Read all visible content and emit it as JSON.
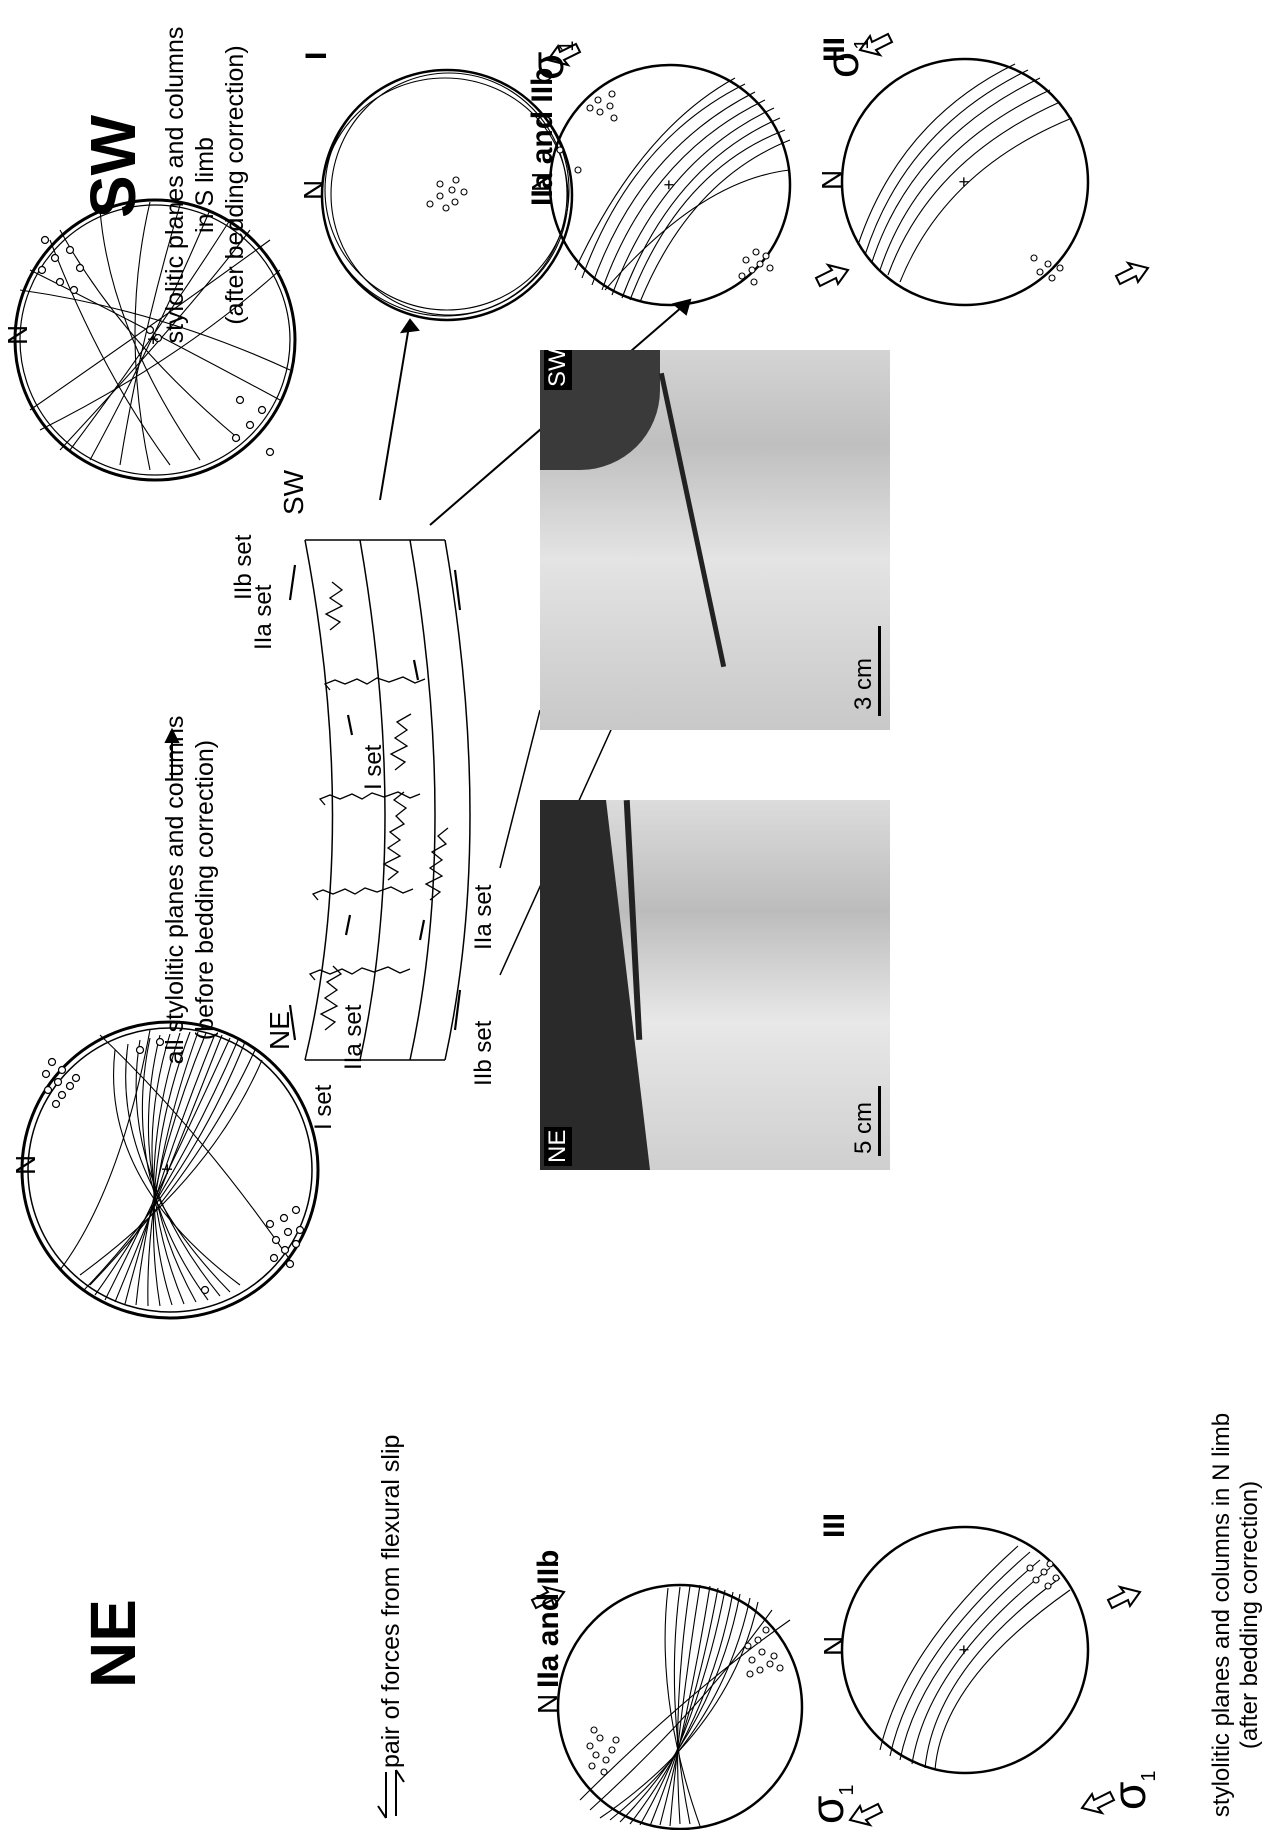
{
  "headings": {
    "ne": "NE",
    "sw": "SW"
  },
  "captions": {
    "all_planes_line1": "all stylolitic planes and columns",
    "all_planes_line2": "(before bedding correction)",
    "s_limb_line1": "stylolitic planes and columns",
    "s_limb_line2": "in S limb",
    "s_limb_line3": "(after bedding correction)",
    "n_limb_line1": "stylolitic planes and columns in N limb",
    "n_limb_line2": "(after bedding correction)",
    "legend": "pair of forces from flexural slip"
  },
  "stereonet_labels": {
    "north": "N",
    "ne": "NE",
    "sw": "SW",
    "set_I": "I",
    "set_IIaIIb": "IIa and IIb",
    "set_III": "III",
    "sigma": "σ",
    "sigma_sub": "1"
  },
  "sketch_labels": {
    "i_set": "I set",
    "iia_set": "IIa set",
    "iib_set": "IIb set"
  },
  "photos": {
    "ne_corner": "NE",
    "sw_corner": "SW",
    "scale_left": "5 cm",
    "scale_right": "3 cm"
  },
  "colors": {
    "ink": "#000000",
    "photo_light": "#d8d8d8",
    "photo_dark": "#2a2a2a"
  }
}
